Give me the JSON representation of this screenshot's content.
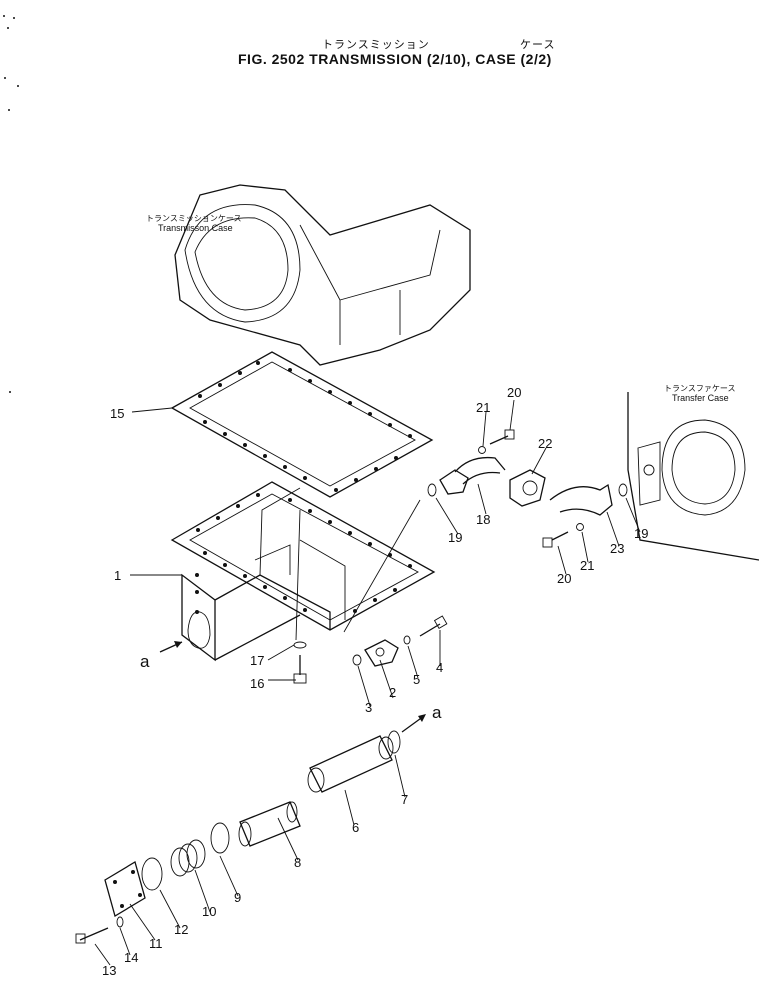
{
  "header": {
    "title_jp_1": "トランスミッション",
    "title_jp_2": "ケース",
    "title": "FIG. 2502   TRANSMISSION  (2/10),  CASE  (2/2)"
  },
  "labels": {
    "transmission_case_jp": "トランスミッションケース",
    "transmission_case_en": "Transmisson Case",
    "transfer_case_jp": "トランスファケース",
    "transfer_case_en": "Transfer Case",
    "view_a_left": "a",
    "view_a_right": "a"
  },
  "parts": [
    "1",
    "2",
    "3",
    "4",
    "5",
    "6",
    "7",
    "8",
    "9",
    "10",
    "11",
    "12",
    "13",
    "14",
    "15",
    "16",
    "17",
    "18",
    "19",
    "19",
    "20",
    "20",
    "21",
    "21",
    "22",
    "23"
  ]
}
